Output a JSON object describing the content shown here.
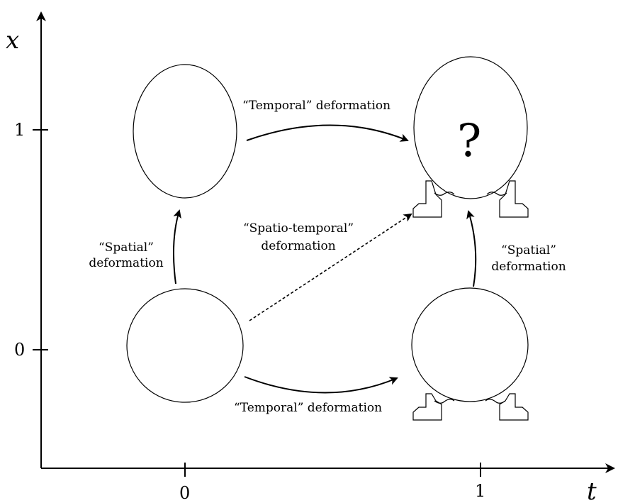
{
  "axes": {
    "x_label": "x",
    "t_label": "t",
    "x_ticks": [
      "1",
      "0"
    ],
    "t_ticks": [
      "0",
      "1"
    ]
  },
  "captions": {
    "temporal_top": "“Temporal” deformation",
    "temporal_bottom": "“Temporal” deformation",
    "spatial_left_line1": "“Spatial”",
    "spatial_left_line2": "deformation",
    "spatial_right_line1": "“Spatial”",
    "spatial_right_line2": "deformation",
    "spatiotemporal_line1": "“Spatio-temporal”",
    "spatiotemporal_line2": "deformation"
  },
  "question_mark": "?"
}
